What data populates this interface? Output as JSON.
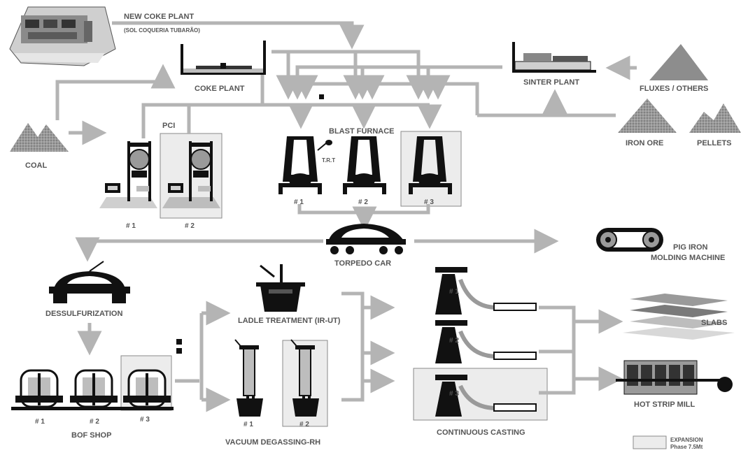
{
  "labels": {
    "new_coke_plant": "NEW COKE PLANT",
    "new_coke_plant_sub": "(SOL COQUERIA TUBARÃO)",
    "coke_plant": "COKE PLANT",
    "sinter_plant": "SINTER PLANT",
    "fluxes": "FLUXES / OTHERS",
    "iron_ore": "IRON ORE",
    "pellets": "PELLETS",
    "coal": "COAL",
    "pci": "PCI",
    "blast_furnace": "BLAST FURNACE",
    "trt": "T.R.T",
    "torpedo_car": "TORPEDO CAR",
    "pig_iron_1": "PIG IRON",
    "pig_iron_2": "MOLDING MACHINE",
    "dessulfurization": "DESSULFURIZATION",
    "ladle_treatment": "LADLE TREATMENT (IR-UT)",
    "vacuum_degassing": "VACUUM DEGASSING-RH",
    "bof_shop": "BOF SHOP",
    "continuous_casting": "CONTINUOUS CASTING",
    "slabs": "SLABS",
    "hot_strip_mill": "HOT STRIP MILL",
    "expansion_1": "EXPANSION",
    "expansion_2": "Phase 7.5Mt"
  },
  "numbers": {
    "pci_1": "# 1",
    "pci_2": "# 2",
    "bf_1": "# 1",
    "bf_2": "# 2",
    "bf_3": "# 3",
    "bof_1": "# 1",
    "bof_2": "# 2",
    "bof_3": "# 3",
    "rh_1": "# 1",
    "rh_2": "# 2",
    "cc_1": "# 1",
    "cc_2": "# 2",
    "cc_3": "# 3"
  },
  "colors": {
    "arrow": "#b4b4b4",
    "equipment": "#111111",
    "expansion_fill": "#ececec",
    "expansion_border": "#8a8a8a",
    "pile": "#8d8d8d",
    "label": "#555555"
  }
}
